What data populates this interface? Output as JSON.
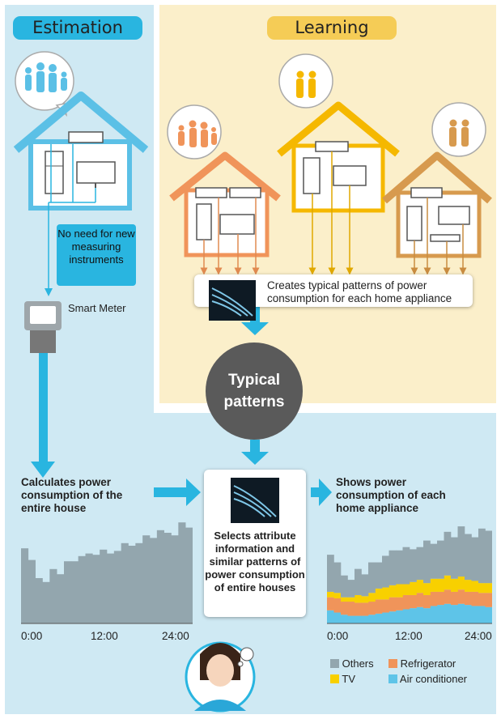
{
  "panels": {
    "estimation_label": "Estimation",
    "learning_label": "Learning"
  },
  "estimation": {
    "callout": "No need for new measuring instruments",
    "smart_meter_label": "Smart Meter",
    "calc_text": "Calculates power consumption of the entire house"
  },
  "learning": {
    "patterns_box_text": "Creates typical patterns of power consumption for each home appliance"
  },
  "center": {
    "typical_patterns_label": "Typical patterns",
    "selects_text": "Selects attribute information and similar patterns of power consumption of entire houses"
  },
  "output": {
    "shows_text": "Shows power consumption of each home appliance"
  },
  "legend": {
    "others": "Others",
    "refrigerator": "Refrigerator",
    "tv": "TV",
    "air_conditioner": "Air conditioner"
  },
  "colors": {
    "estimation_bg": "#cfe9f3",
    "learning_bg": "#fbefca",
    "blue": "#29b5e0",
    "others": "#93a6ae",
    "refrigerator": "#f0945a",
    "tv": "#f8d000",
    "air_conditioner": "#5ec4e8",
    "house_blue": "#5bc0e6",
    "house_orange": "#f0945a",
    "house_yellow": "#f5b800",
    "house_brown": "#d79a4e"
  },
  "chart_data": [
    {
      "type": "bar",
      "x": [
        "0:00",
        "",
        "",
        "",
        "",
        "",
        "",
        "",
        "",
        "",
        "",
        "",
        "12:00",
        "",
        "",
        "",
        "",
        "",
        "",
        "",
        "",
        "",
        "",
        "24:00"
      ],
      "xticks": [
        "0:00",
        "12:00",
        "24:00"
      ],
      "values": [
        58,
        49,
        35,
        32,
        42,
        38,
        48,
        48,
        52,
        54,
        53,
        57,
        54,
        56,
        62,
        60,
        62,
        68,
        66,
        72,
        70,
        68,
        78,
        74
      ]
    },
    {
      "type": "bar",
      "xticks": [
        "0:00",
        "12:00",
        "24:00"
      ],
      "series": [
        {
          "name": "Air conditioner",
          "values": [
            12,
            10,
            8,
            7,
            7,
            7,
            8,
            9,
            10,
            11,
            12,
            13,
            14,
            15,
            14,
            16,
            17,
            18,
            17,
            18,
            17,
            16,
            16,
            15
          ]
        },
        {
          "name": "Refrigerator",
          "values": [
            12,
            13,
            12,
            13,
            12,
            12,
            12,
            13,
            12,
            13,
            12,
            13,
            12,
            13,
            12,
            13,
            12,
            13,
            12,
            13,
            12,
            13,
            12,
            13
          ]
        },
        {
          "name": "TV",
          "values": [
            5,
            5,
            4,
            4,
            7,
            6,
            8,
            10,
            11,
            11,
            12,
            10,
            12,
            12,
            11,
            12,
            12,
            13,
            12,
            12,
            11,
            10,
            9,
            9
          ]
        },
        {
          "name": "Others",
          "values": [
            34,
            28,
            20,
            16,
            24,
            20,
            28,
            24,
            29,
            32,
            31,
            34,
            30,
            30,
            39,
            32,
            35,
            40,
            38,
            46,
            42,
            40,
            50,
            48
          ]
        }
      ]
    }
  ]
}
